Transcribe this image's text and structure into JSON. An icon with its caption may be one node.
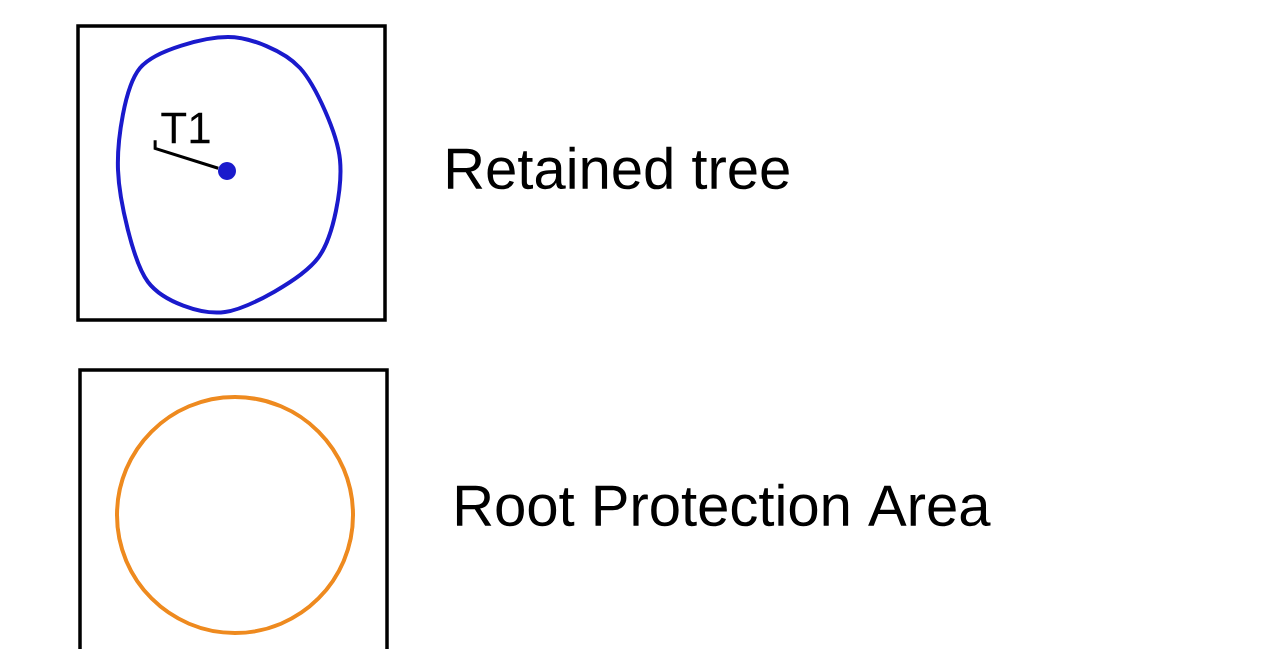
{
  "diagram": {
    "nodes": [
      {
        "text": [
          "T1"
        ]
      },
      {
        "text": [],
        "shape": "circle"
      }
    ],
    "edges": [
      {
        "from": 0,
        "to": 1,
        "arrow": "none"
      }
    ],
    "legend": [
      {
        "text": "Retained tree"
      },
      {
        "text": "Root Protection Area"
      }
    ]
  }
}
